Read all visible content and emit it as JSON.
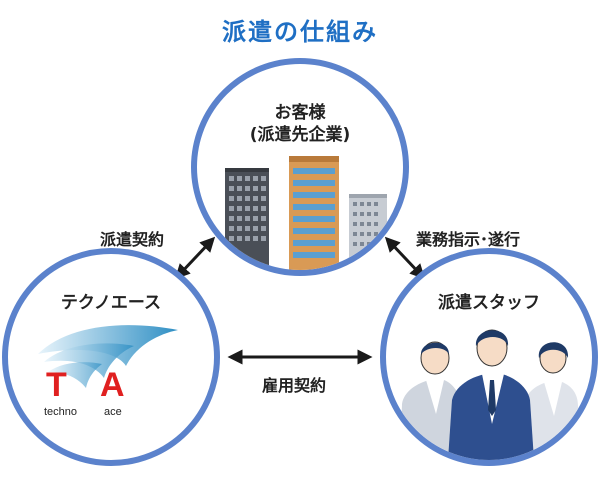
{
  "title": "派遣の仕組み",
  "nodes": {
    "client": {
      "line1": "お客様",
      "line2": "(派遣先企業)"
    },
    "technoace": {
      "label": "テクノエース",
      "logo_t": "T",
      "logo_a": "A",
      "logo_sub1": "techno",
      "logo_sub2": "ace"
    },
    "staff": {
      "label": "派遣スタッフ"
    }
  },
  "edges": {
    "dispatch_contract": "派遣契約",
    "work_instruction": "業務指示･遂行",
    "employment_contract": "雇用契約"
  },
  "colors": {
    "title": "#1f6fc4",
    "circle_border": "#5b82cc",
    "logo_red": "#e02020",
    "suit": "#2e4f8f"
  }
}
